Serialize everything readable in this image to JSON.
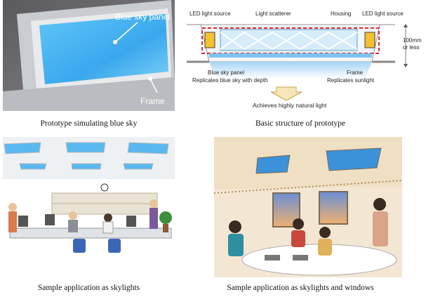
{
  "photo": {
    "label_panel": "Blue sky panel",
    "label_frame": "Frame",
    "caption": "Prototype simulating blue sky"
  },
  "diagram": {
    "led_left": "LED light source",
    "scatterer": "Light scatterer",
    "housing": "Housing",
    "led_right": "LED light source",
    "height_1": "100mm",
    "height_2": "or less",
    "panel_label": "Blue sky panel",
    "panel_desc": "Replicates blue sky with depth",
    "frame_label": "Frame",
    "frame_desc": "Replicates sunlight",
    "result": "Achieves highly natural light",
    "caption": "Basic structure of prototype"
  },
  "office": {
    "caption": "Sample application as skylights"
  },
  "room": {
    "caption": "Sample application as skylights and windows"
  },
  "colors": {
    "sky": "#4fb3ee",
    "red_dash": "#e0282e",
    "led_yellow": "#f2c230"
  }
}
